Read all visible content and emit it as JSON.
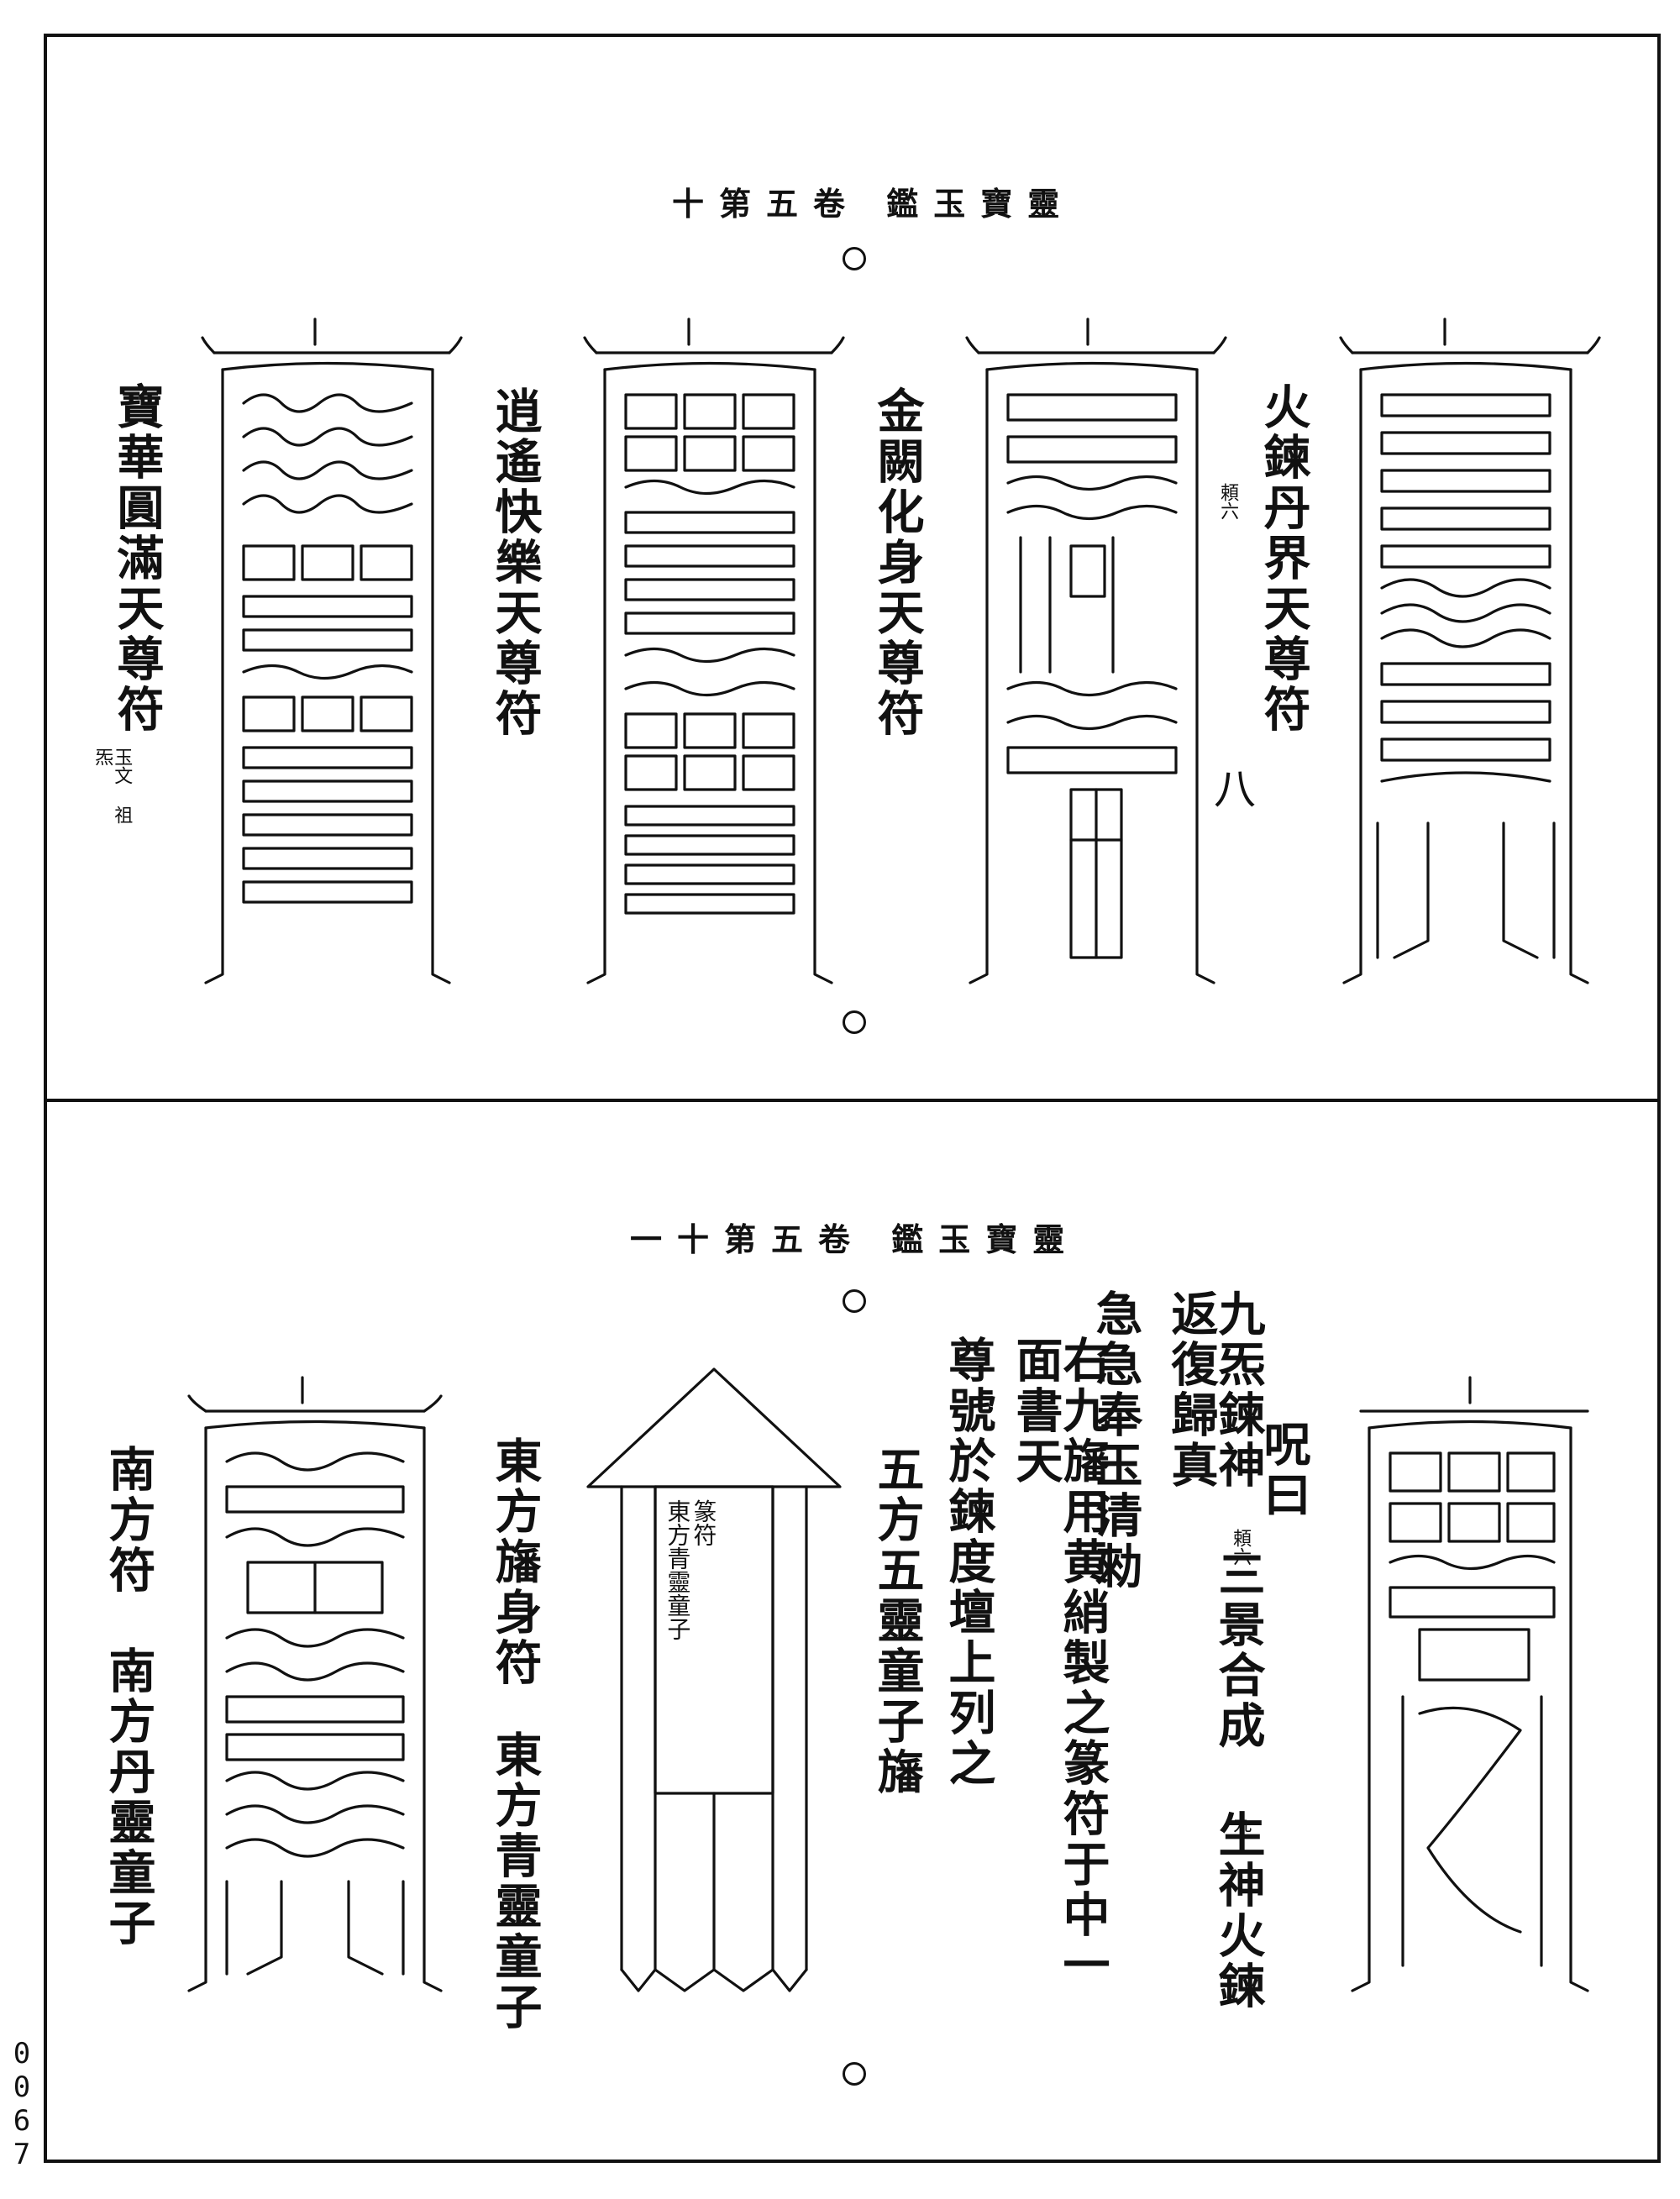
{
  "page_number": "0067",
  "upper": {
    "header": "靈寶玉鑑 卷五第十",
    "talisman_labels": [
      {
        "text": "火鍊丹界天尊符",
        "note": "頼六"
      },
      {
        "text": "金闕化身天尊符",
        "note": ""
      },
      {
        "text": "逍遙快樂天尊符",
        "note": ""
      },
      {
        "text": "寶華圓滿天尊符",
        "note": "玉文 祖炁"
      }
    ],
    "side_mark": "八"
  },
  "lower": {
    "header": "靈寶玉鑑 卷五第十一",
    "incantation_title": "呪曰",
    "incantation_lines": [
      "九炁鍊神 三景合成 生神火鍊 返復歸真",
      "急急奉玉清勑"
    ],
    "small_notes": [
      "頼六",
      "九"
    ],
    "instruction_lines": [
      "右九旛用黄綃製之篆符于中一面書天",
      "尊號於鍊度壇上列之",
      "五方五靈童子旛"
    ],
    "banner_text": {
      "seal": "篆符",
      "name": "東方青靈童子"
    },
    "east_labels": [
      "東方旛身符",
      "東方青靈童子"
    ],
    "south_labels": [
      "南方符",
      "南方丹靈童子"
    ]
  }
}
